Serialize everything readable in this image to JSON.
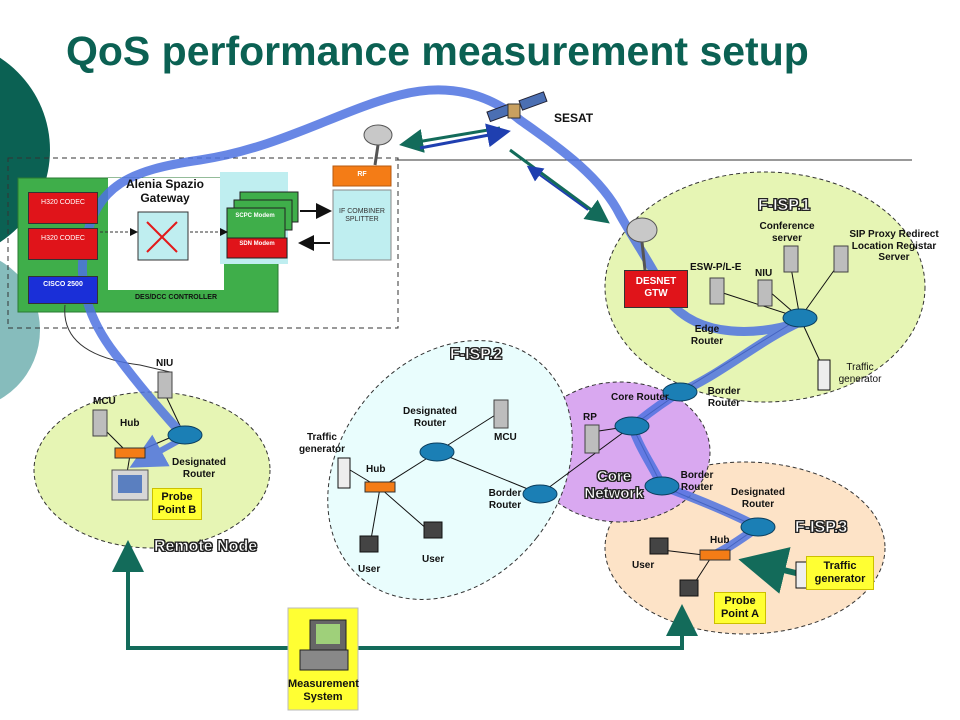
{
  "title": "QoS performance measurement setup",
  "satellite_label": "SESAT",
  "gateway": {
    "title": "Alenia Spazio Gateway",
    "codec1": "H320 CODEC",
    "codec2": "H320 CODEC",
    "cisco": "CISCO 2500",
    "controller": "DES/DCC CONTROLLER",
    "scpc": "SCPC Modem",
    "sdn": "SDN Modem",
    "rf": "RF",
    "combiner": "IF COMBINER SPLITTER"
  },
  "fisp1": {
    "name": "F-ISP.1",
    "desnet": "DESNET GTW",
    "esw": "ESW-P/L-E",
    "niu": "NIU",
    "conference": "Conference server",
    "sip": "SIP Proxy Redirect Location Registar Server",
    "edge": "Edge Router",
    "traffic": "Traffic generator",
    "border": "Border Router"
  },
  "fisp2": {
    "name": "F-ISP.2",
    "designated": "Designated Router",
    "mcu": "MCU",
    "traffic": "Traffic generator",
    "hub": "Hub",
    "user1": "User",
    "user2": "User",
    "border": "Border Router"
  },
  "core": {
    "name": "Core Network",
    "core_router": "Core Router",
    "rp": "RP",
    "border": "Border Router"
  },
  "fisp3": {
    "name": "F-ISP.3",
    "designated": "Designated Router",
    "hub": "Hub",
    "user": "User",
    "probe": "Probe Point A",
    "traffic": "Traffic generator"
  },
  "remote": {
    "name": "Remote Node",
    "niu": "NIU",
    "mcu": "MCU",
    "hub": "Hub",
    "designated": "Designated Router",
    "probe": "Probe Point B"
  },
  "measurement": "Measurement System",
  "colors": {
    "title": "#0b6153",
    "path": "#4d72e0",
    "teal_arrow": "#136b5a",
    "fisp1_fill": "#e6f5b4",
    "fisp2_fill": "#e9fdfd",
    "core_fill": "#d9a8f0",
    "fisp3_fill": "#fde3c7",
    "remote_fill": "#e6f5b4",
    "gateway_green": "#3fae4a",
    "probe_yellow": "#ffff33"
  }
}
